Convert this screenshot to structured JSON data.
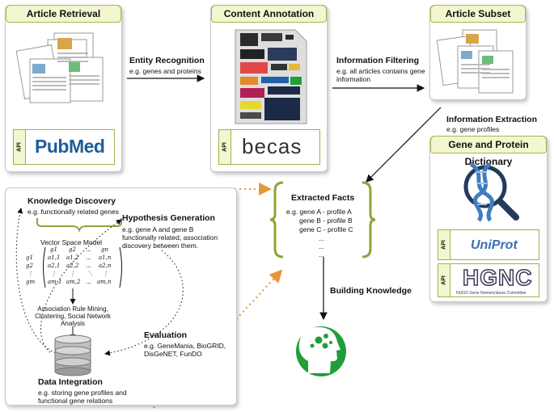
{
  "retrieval": {
    "title": "Article Retrieval",
    "api": "API",
    "logo": "PubMed"
  },
  "annotation": {
    "title": "Content Annotation",
    "api": "API",
    "logo": "becas"
  },
  "subset": {
    "title": "Article Subset"
  },
  "dictionary": {
    "title": "Gene and Protein Dictionary",
    "api1": "API",
    "logo1": "UniProt",
    "api2": "API",
    "logo2": "HGNC",
    "logo2_caption": "HUGO Gene Nomenclature Committee"
  },
  "steps": {
    "entity": {
      "label": "Entity Recognition",
      "sub": "e.g. genes and proteins"
    },
    "filtering": {
      "label": "Information Filtering",
      "sub1": "e.g. all articles contains gene",
      "sub2": "information"
    },
    "extraction": {
      "label": "Information Extraction",
      "sub": "e.g. gene profiles"
    },
    "building": {
      "label": "Building Knowledge"
    }
  },
  "facts": {
    "title": "Extracted Facts",
    "lines": [
      "e.g. gene A - profile A",
      "gene B - profile B",
      "gene C - profile C",
      "...",
      "...",
      "..."
    ]
  },
  "discovery": {
    "title": "Knowledge Discovery",
    "sub": "e.g. functionally related genes",
    "hyp_title": "Hypothesis Generation",
    "hyp_lines": [
      "e.g. gene A and gene B",
      "functionally related, association",
      "discovery between them."
    ],
    "vsm": "Vector Space Model",
    "assoc_lines": [
      "Association Rule Mining,",
      "Clustering, Social Network",
      "Analysis"
    ],
    "eval_title": "Evaluation",
    "eval_lines": [
      "e.g. GeneMania, BioGRID,",
      "DisGeNET, FunDO"
    ],
    "integ_title": "Data Integration",
    "integ_lines": [
      "e.g. storing gene profiles and",
      "functional gene relations"
    ]
  },
  "matrix": {
    "col_heads": [
      "g1",
      "g2",
      "...",
      "gn"
    ],
    "row_heads": [
      "g1",
      "g2",
      "⋮",
      "gm"
    ],
    "rows": [
      [
        "a1,1",
        "a1,2",
        "...",
        "a1,n"
      ],
      [
        "a2,1",
        "a2,2",
        "...",
        "a2,n"
      ],
      [
        "⋮",
        "⋮",
        "⋱",
        "⋮"
      ],
      [
        "am,1",
        "am,2",
        "...",
        "am,n"
      ]
    ]
  },
  "colors": {
    "panel_header": "#f3f6cf",
    "header_border": "#a6b848",
    "dotted_orange": "#e8963a",
    "brace_green": "#8ea437",
    "head_green": "#1f9e3a"
  }
}
